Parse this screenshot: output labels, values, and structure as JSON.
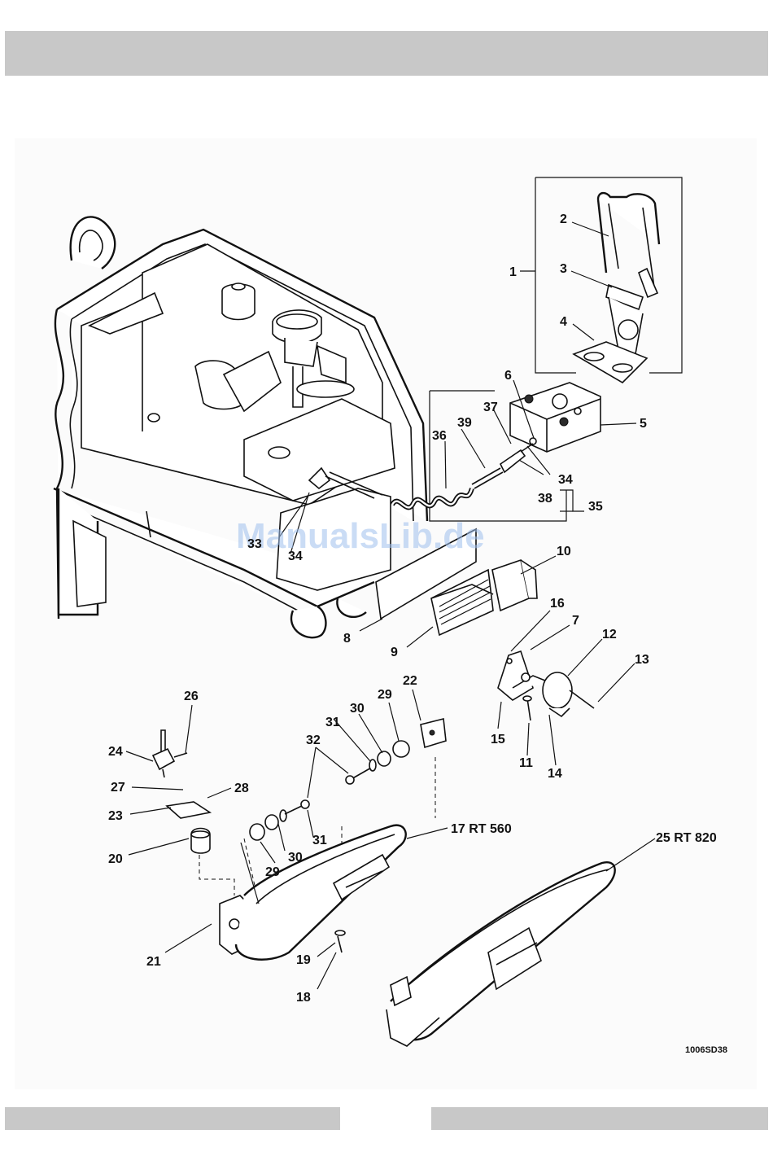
{
  "diagram": {
    "drawing_code": "1006SD38",
    "watermark": "ManualsLib.de",
    "callouts": [
      {
        "id": "c1",
        "text": "1"
      },
      {
        "id": "c2",
        "text": "2"
      },
      {
        "id": "c3",
        "text": "3"
      },
      {
        "id": "c4",
        "text": "4"
      },
      {
        "id": "c5",
        "text": "5"
      },
      {
        "id": "c6",
        "text": "6"
      },
      {
        "id": "c7",
        "text": "7"
      },
      {
        "id": "c8",
        "text": "8"
      },
      {
        "id": "c9",
        "text": "9"
      },
      {
        "id": "c10",
        "text": "10"
      },
      {
        "id": "c11",
        "text": "11"
      },
      {
        "id": "c12",
        "text": "12"
      },
      {
        "id": "c13",
        "text": "13"
      },
      {
        "id": "c14",
        "text": "14"
      },
      {
        "id": "c15",
        "text": "15"
      },
      {
        "id": "c16",
        "text": "16"
      },
      {
        "id": "c17",
        "text": "17 RT 560"
      },
      {
        "id": "c18",
        "text": "18"
      },
      {
        "id": "c19",
        "text": "19"
      },
      {
        "id": "c20",
        "text": "20"
      },
      {
        "id": "c21",
        "text": "21"
      },
      {
        "id": "c22",
        "text": "22"
      },
      {
        "id": "c23",
        "text": "23"
      },
      {
        "id": "c24",
        "text": "24"
      },
      {
        "id": "c25",
        "text": "25 RT 820"
      },
      {
        "id": "c26",
        "text": "26"
      },
      {
        "id": "c27",
        "text": "27"
      },
      {
        "id": "c28",
        "text": "28"
      },
      {
        "id": "c29a",
        "text": "29"
      },
      {
        "id": "c29b",
        "text": "29"
      },
      {
        "id": "c30a",
        "text": "30"
      },
      {
        "id": "c30b",
        "text": "30"
      },
      {
        "id": "c31a",
        "text": "31"
      },
      {
        "id": "c31b",
        "text": "31"
      },
      {
        "id": "c32",
        "text": "32"
      },
      {
        "id": "c33",
        "text": "33"
      },
      {
        "id": "c34a",
        "text": "34"
      },
      {
        "id": "c34b",
        "text": "34"
      },
      {
        "id": "c35",
        "text": "35"
      },
      {
        "id": "c36",
        "text": "36"
      },
      {
        "id": "c37",
        "text": "37"
      },
      {
        "id": "c38",
        "text": "38"
      },
      {
        "id": "c39",
        "text": "39"
      }
    ]
  }
}
